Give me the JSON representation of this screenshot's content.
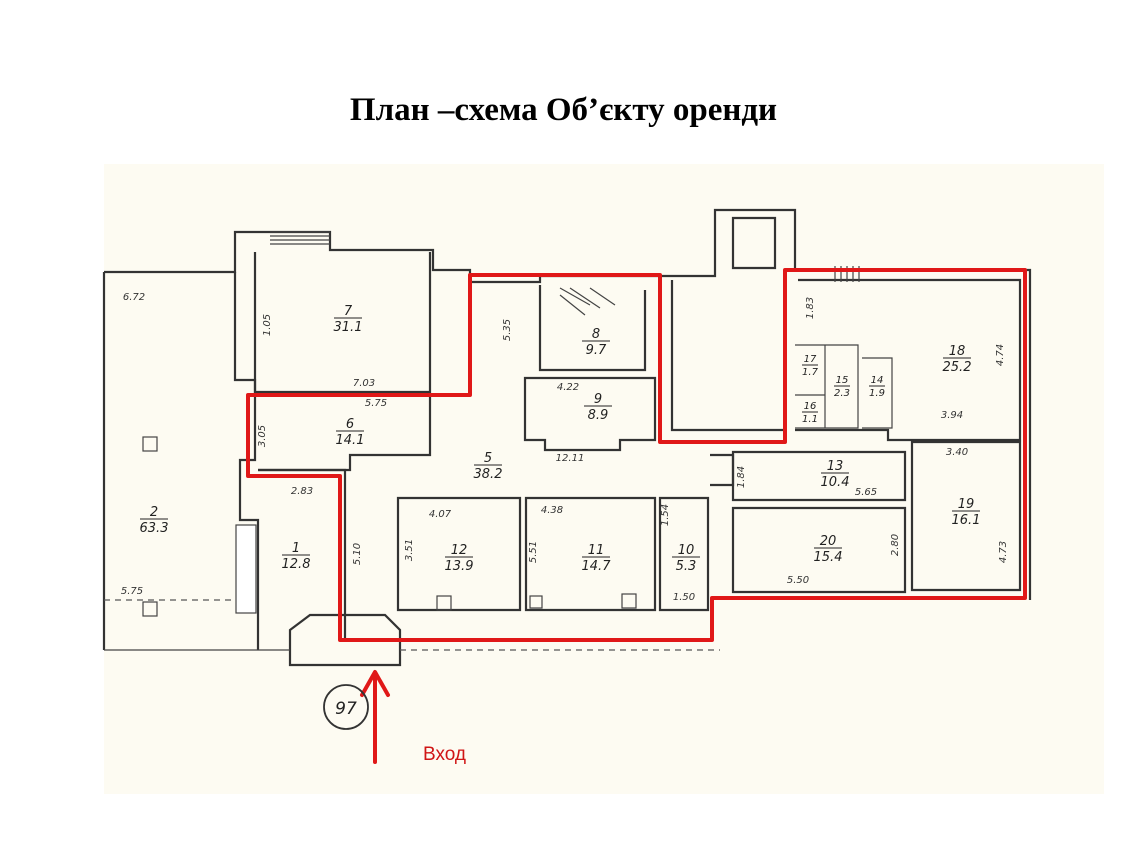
{
  "title": "План –схема Об’єкту оренди",
  "entrance_label": "Вход",
  "building_number": "97",
  "colors": {
    "boundary": "#e01818",
    "paper": "#fdfbf2",
    "walls": "#333333"
  },
  "rooms": [
    {
      "id": "7",
      "area": "31.1"
    },
    {
      "id": "8",
      "area": "9.7"
    },
    {
      "id": "9",
      "area": "8.9"
    },
    {
      "id": "6",
      "area": "14.1"
    },
    {
      "id": "5",
      "area": "38.2"
    },
    {
      "id": "2",
      "area": "63.3"
    },
    {
      "id": "1",
      "area": "12.8"
    },
    {
      "id": "12",
      "area": "13.9"
    },
    {
      "id": "11",
      "area": "14.7"
    },
    {
      "id": "10",
      "area": "5.3"
    },
    {
      "id": "13",
      "area": "10.4"
    },
    {
      "id": "20",
      "area": "15.4"
    },
    {
      "id": "19",
      "area": "16.1"
    },
    {
      "id": "18",
      "area": "25.2"
    },
    {
      "id": "17",
      "area": "1.7"
    },
    {
      "id": "15",
      "area": "2.3"
    },
    {
      "id": "14",
      "area": "1.9"
    },
    {
      "id": "16",
      "area": "1.1"
    }
  ],
  "dimensions": [
    "6.72",
    "1.05",
    "7.03",
    "5.35",
    "4.22",
    "5.75",
    "3.05",
    "2.83",
    "12.11",
    "5.10",
    "4.07",
    "3.51",
    "4.38",
    "5.51",
    "1.54",
    "1.50",
    "5.75",
    "1.84",
    "5.65",
    "5.50",
    "2.80",
    "3.40",
    "4.73",
    "1.83",
    "4.74",
    "3.94"
  ]
}
